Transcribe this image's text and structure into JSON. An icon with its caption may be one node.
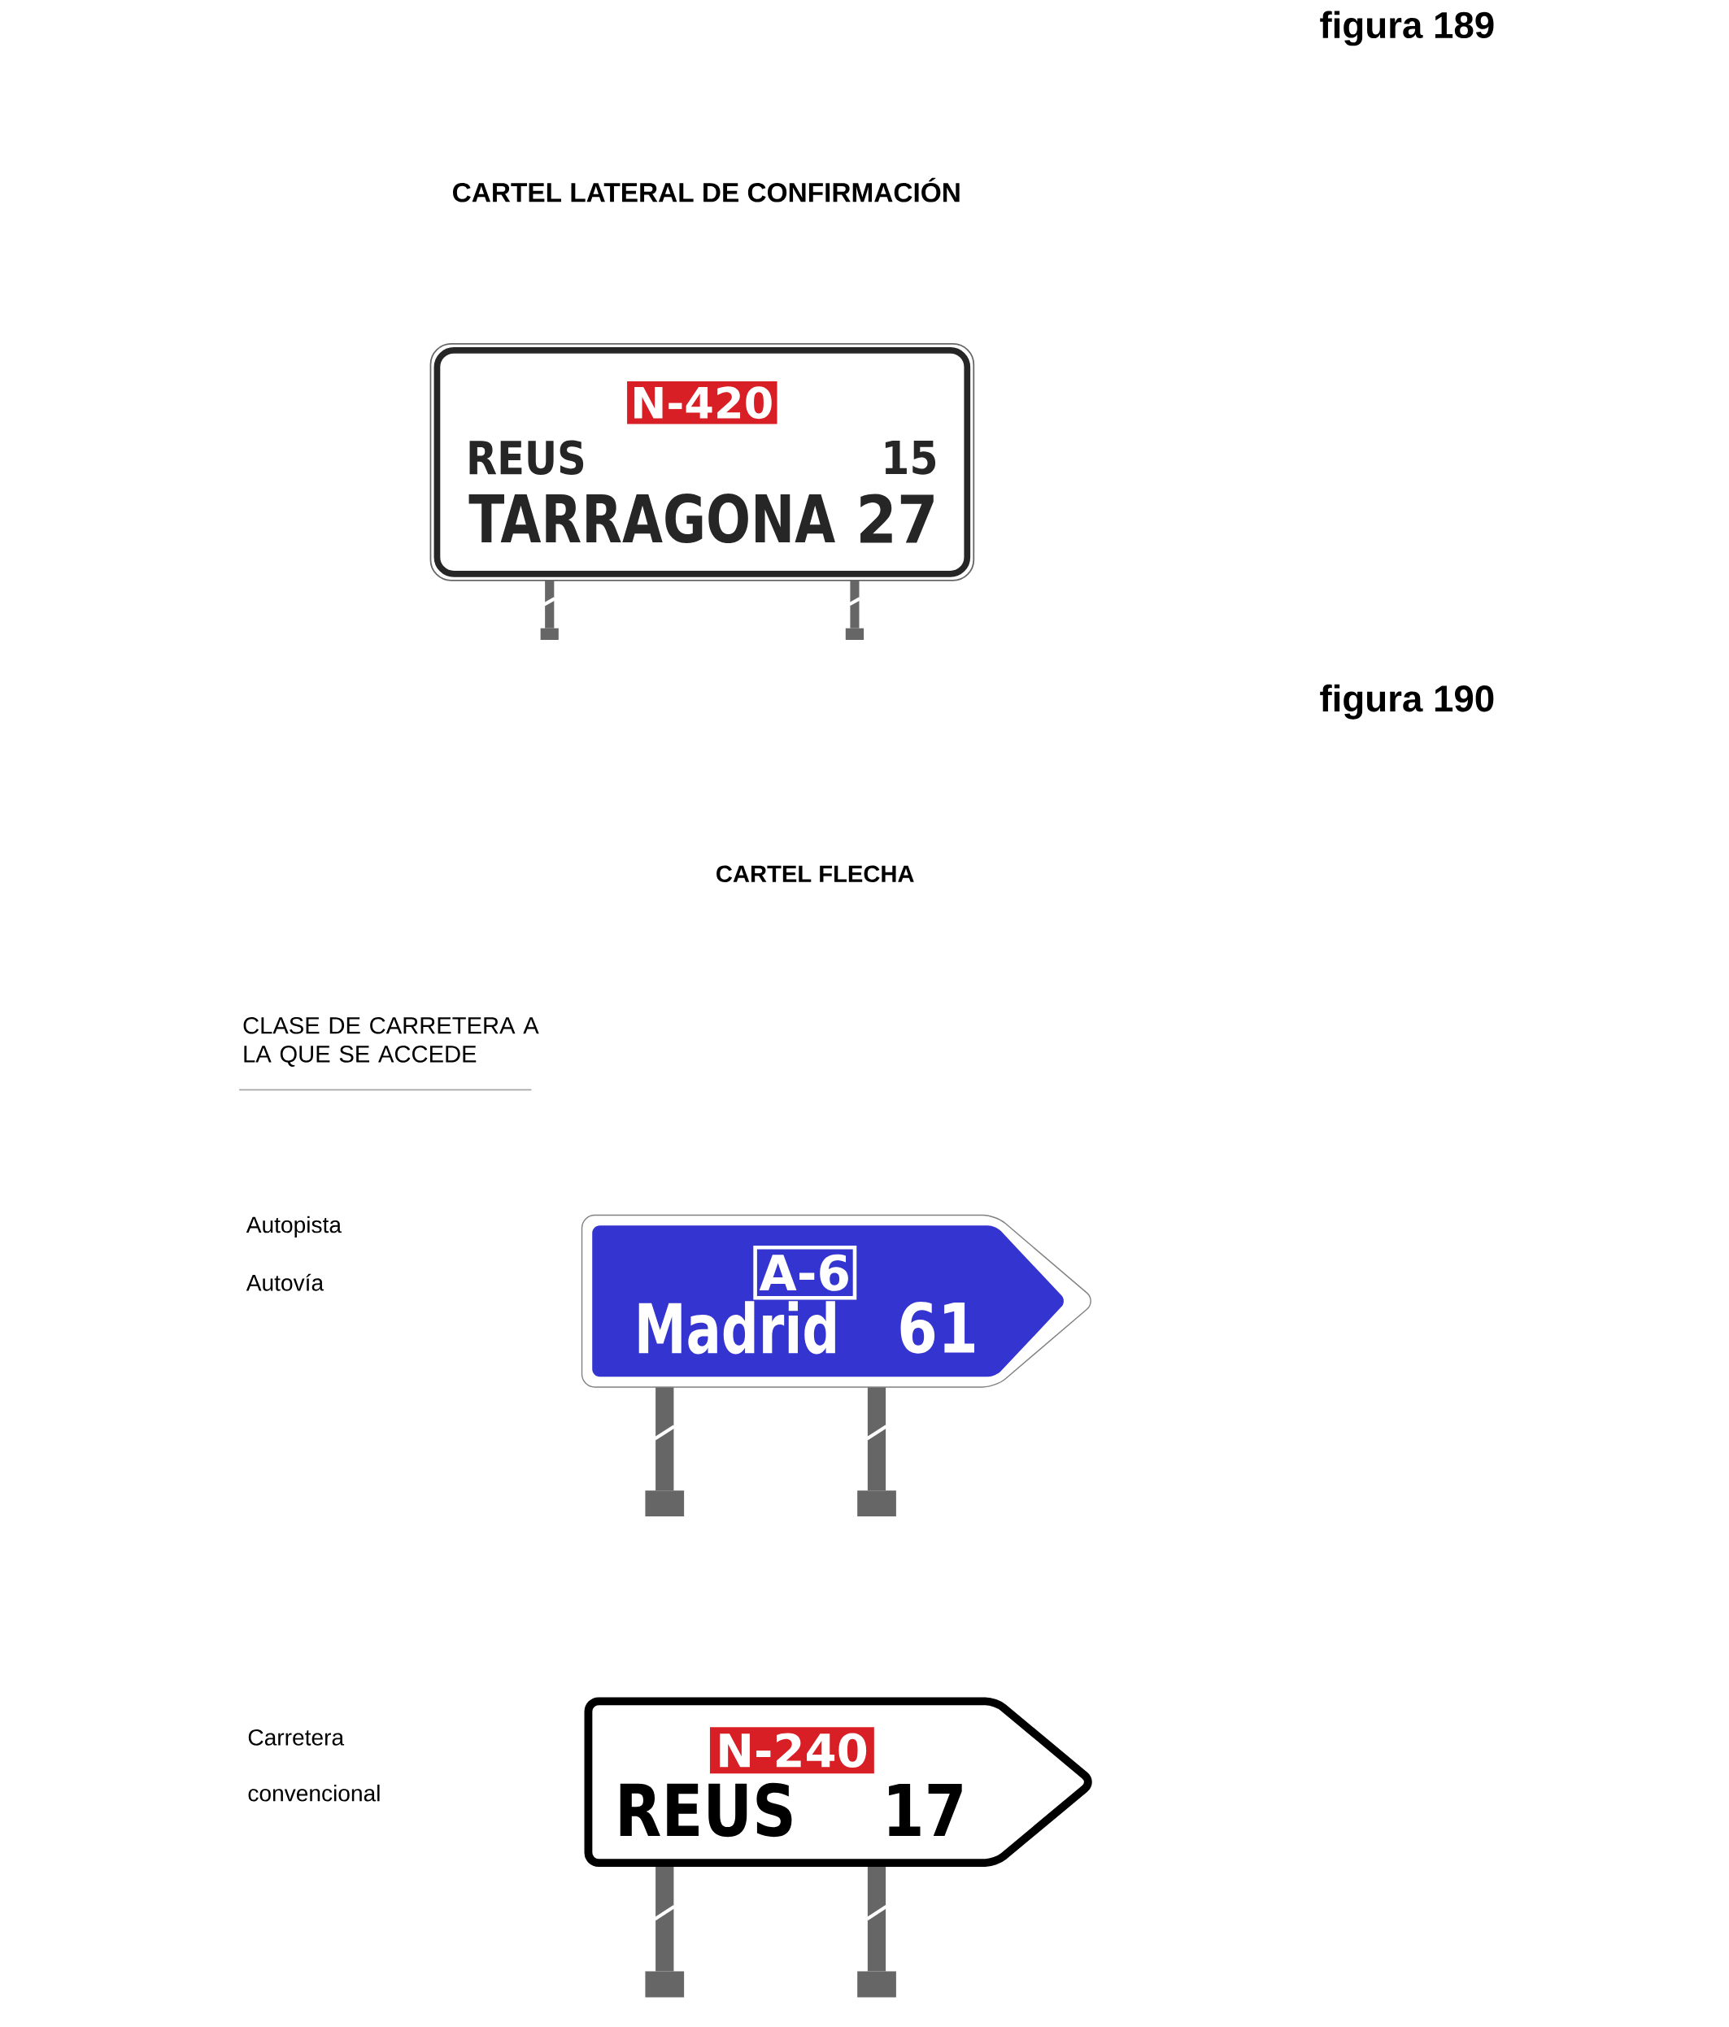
{
  "diagram": {
    "nodes": [
      {
        "text": [
          "REUS",
          "15",
          "TARRAGONA",
          "27"
        ]
      },
      {
        "text": [
          "N-420"
        ],
        "in": 0
      },
      {
        "text": [
          "Madrid",
          "61"
        ]
      },
      {
        "text": [
          "A-6"
        ],
        "in": 2
      },
      {
        "text": [
          "REUS",
          "17"
        ]
      },
      {
        "text": [
          "N-240"
        ],
        "in": 4
      }
    ],
    "labels": [
      "figura 189",
      "CARTEL LATERAL DE CONFIRMACIÓN",
      "figura 190",
      "CARTEL FLECHA",
      "CLASE DE CARRETERA A LA QUE SE ACCEDE",
      "Autopista",
      "Autovía",
      "Carretera",
      "convencional"
    ]
  }
}
